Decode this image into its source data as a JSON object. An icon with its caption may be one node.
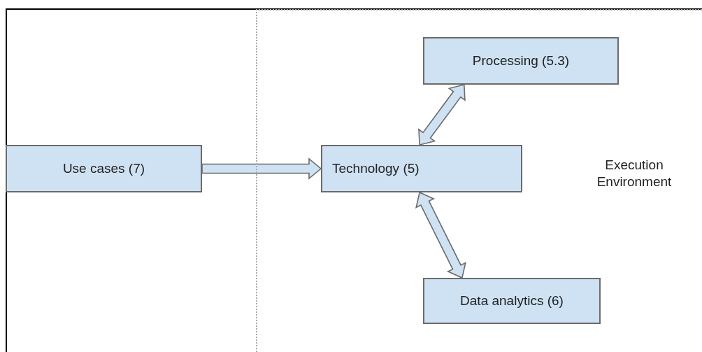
{
  "diagram": {
    "nodes": [
      {
        "text": [
          "Execution Environment"
        ]
      },
      {
        "text": [
          "Use cases (7)"
        ]
      },
      {
        "text": [
          "Processing (5.3)"
        ],
        "in": 0
      },
      {
        "text": [
          "Technology (5)"
        ],
        "in": 0
      },
      {
        "text": [
          "Data analytics (6)"
        ],
        "in": 0
      }
    ],
    "edges": [
      {
        "from": 1,
        "to": 3,
        "arrow": "to"
      },
      {
        "from": 3,
        "to": 2,
        "arrow": "both"
      },
      {
        "from": 3,
        "to": 4,
        "arrow": "both"
      }
    ]
  }
}
